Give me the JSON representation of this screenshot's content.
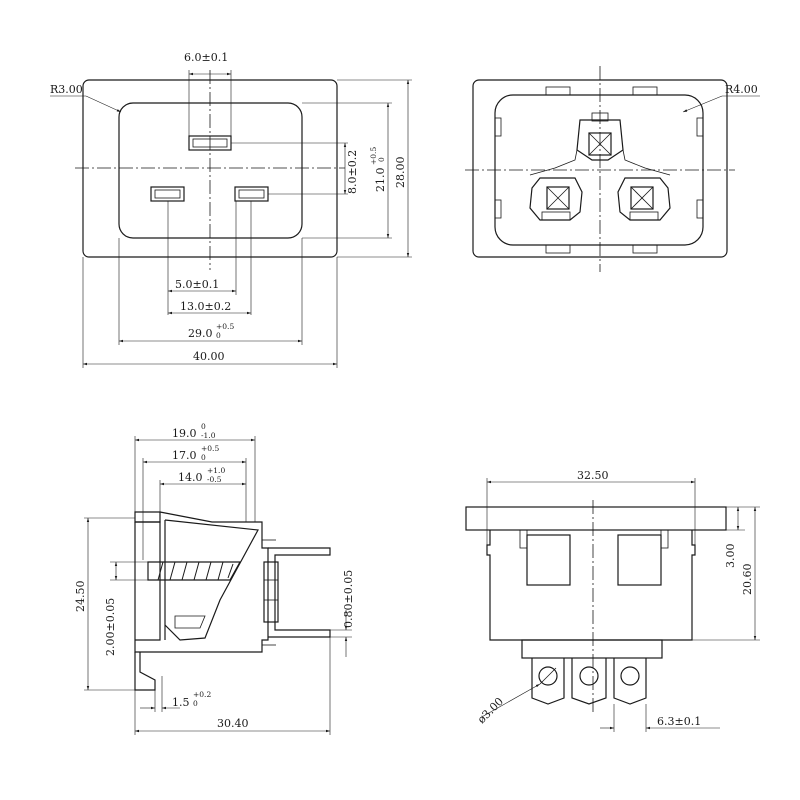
{
  "front_view": {
    "radius": "R3.00",
    "top_dim": "6.0±0.1",
    "dim_8": "8.0±0.2",
    "dim_21": "21.0",
    "dim_21_tol_up": "+0.5",
    "dim_21_tol_low": "0",
    "dim_28": "28.00",
    "dim_5": "5.0±0.1",
    "dim_13": "13.0±0.2",
    "dim_29": "29.0",
    "dim_29_tol_up": "+0.5",
    "dim_29_tol_low": "0",
    "dim_40": "40.00"
  },
  "rear_view": {
    "radius": "R4.00"
  },
  "side_view": {
    "dim_19": "19.0",
    "dim_19_tol_up": "0",
    "dim_19_tol_low": "-1.0",
    "dim_17": "17.0",
    "dim_17_tol_up": "+0.5",
    "dim_17_tol_low": "0",
    "dim_14": "14.0",
    "dim_14_tol_up": "+1.0",
    "dim_14_tol_low": "-0.5",
    "dim_24_5": "24.50",
    "dim_2": "2.00±0.05",
    "dim_0_8": "0.80±0.05",
    "dim_1_5": "1.5",
    "dim_1_5_tol_up": "+0.2",
    "dim_1_5_tol_low": "0",
    "dim_30_4": "30.40"
  },
  "bottom_view": {
    "dim_32_5": "32.50",
    "dim_3": "3.00",
    "dim_20_6": "20.60",
    "dim_dia": "ø3.00",
    "dim_6_3": "6.3±0.1"
  }
}
